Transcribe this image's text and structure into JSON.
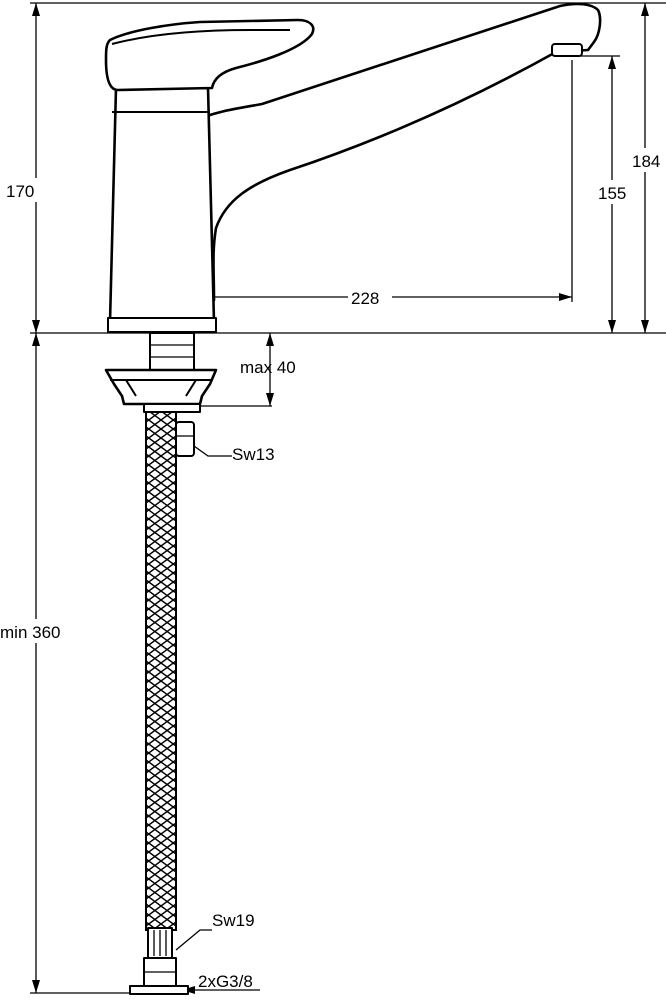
{
  "drawing": {
    "type": "technical dimension drawing",
    "colors": {
      "line": "#000000",
      "background": "#ffffff"
    }
  },
  "dimensions": {
    "total_height": "184",
    "body_height": "170",
    "spout_height": "155",
    "spout_reach": "228",
    "max_mounting_thickness": "max 40",
    "min_hose_length": "min 360",
    "nut_wrench_size": "Sw13",
    "hose_end_wrench_size": "Sw19",
    "hose_connection": "2xG3/8"
  }
}
